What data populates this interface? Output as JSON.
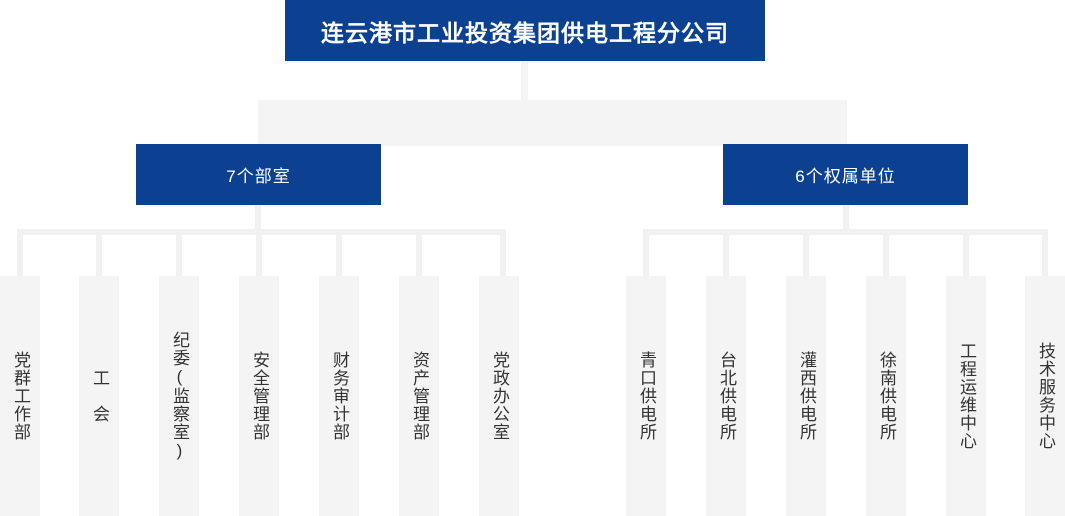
{
  "colors": {
    "brand_blue": "#0c4191",
    "connector_gray": "#f1f1f1",
    "node_bg": "#f4f4f4",
    "node_text": "#333333",
    "title_text": "#ffffff",
    "page_bg": "#ffffff"
  },
  "root": {
    "title": "连云港市工业投资集团供电工程分公司"
  },
  "groups": [
    {
      "id": "departments",
      "label": "7个部室",
      "count": 7,
      "children": [
        {
          "label": "党群工作部"
        },
        {
          "label": "工　会"
        },
        {
          "label": "纪委(监察室)"
        },
        {
          "label": "安全管理部"
        },
        {
          "label": "财务审计部"
        },
        {
          "label": "资产管理部"
        },
        {
          "label": "党政办公室"
        }
      ]
    },
    {
      "id": "subsidiaries",
      "label": "6个权属单位",
      "count": 6,
      "children": [
        {
          "label": "青口供电所"
        },
        {
          "label": "台北供电所"
        },
        {
          "label": "灌西供电所"
        },
        {
          "label": "徐南供电所"
        },
        {
          "label": "工程运维中心"
        },
        {
          "label": "技术服务中心"
        }
      ]
    }
  ]
}
